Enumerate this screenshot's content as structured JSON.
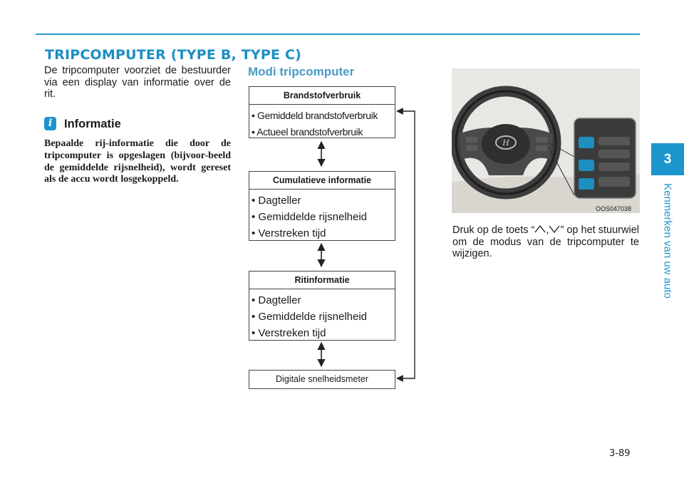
{
  "section": {
    "title": "TRIPCOMPUTER (TYPE B, TYPE C)"
  },
  "intro": {
    "text": "De tripcomputer voorziet de bestuurder via een display van informatie over de rit."
  },
  "information": {
    "icon": "info-icon",
    "icon_glyph": "i",
    "title": "Informatie",
    "body": "Bepaalde rij-informatie die door de tripcomputer is opgeslagen (bijvoor-beeld de gemiddelde rijsnelheid), wordt gereset als de accu wordt losgekoppeld."
  },
  "modes": {
    "title": "Modi tripcomputer",
    "fuel": {
      "header": "Brandstofverbruik",
      "items": [
        "• Gemiddeld brandstofverbruik",
        "• Actueel brandstofverbruik"
      ]
    },
    "cumulative": {
      "header": "Cumulatieve informatie",
      "items": [
        "• Dagteller",
        "• Gemiddelde rijsnelheid",
        "• Verstreken tijd"
      ]
    },
    "trip": {
      "header": "Ritinformatie",
      "items": [
        "• Dagteller",
        "• Gemiddelde rijsnelheid",
        "• Verstreken tijd"
      ]
    },
    "speedometer": {
      "label": "Digitale snelheidsmeter"
    }
  },
  "photo": {
    "caption": "OOS047038",
    "icon": "steering-wheel-photo"
  },
  "instruction": {
    "prefix": "Druk op de toets “",
    "separator": ",",
    "suffix": "” op het stuurwiel om de modus van de tripcomputer te wijzigen.",
    "up_icon": "chevron-up-icon",
    "down_icon": "chevron-down-icon"
  },
  "side_tab": {
    "number": "3",
    "label": "Kenmerken van uw auto"
  },
  "page_number": "3-89",
  "colors": {
    "accent": "#1d95cd",
    "subtitle": "#4a9bc7",
    "title": "#1a8fc4"
  }
}
